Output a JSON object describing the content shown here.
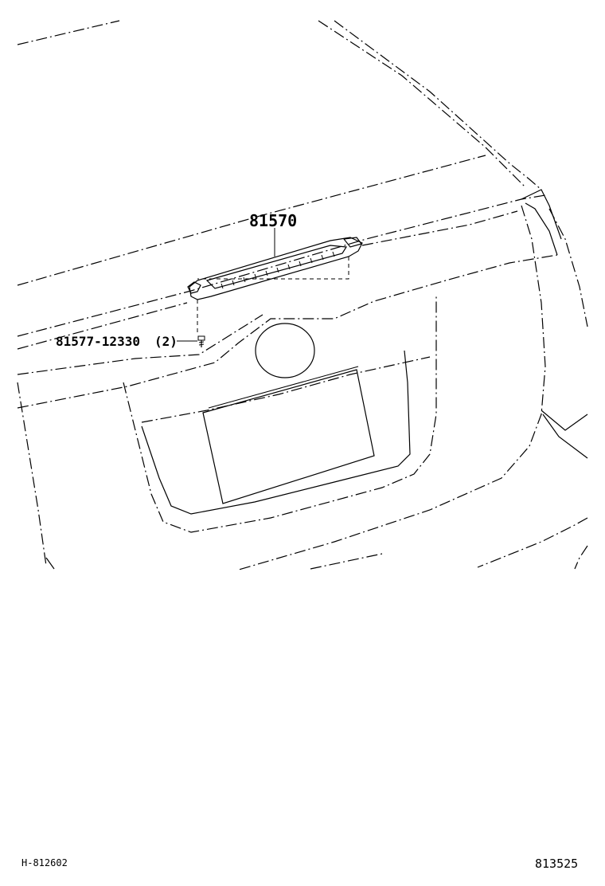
{
  "callouts": {
    "lamp_part": "81570",
    "screw_part": "81577-12330",
    "screw_qty": "(2)"
  },
  "footer": {
    "left_code": "H-812602",
    "right_code": "813525"
  }
}
